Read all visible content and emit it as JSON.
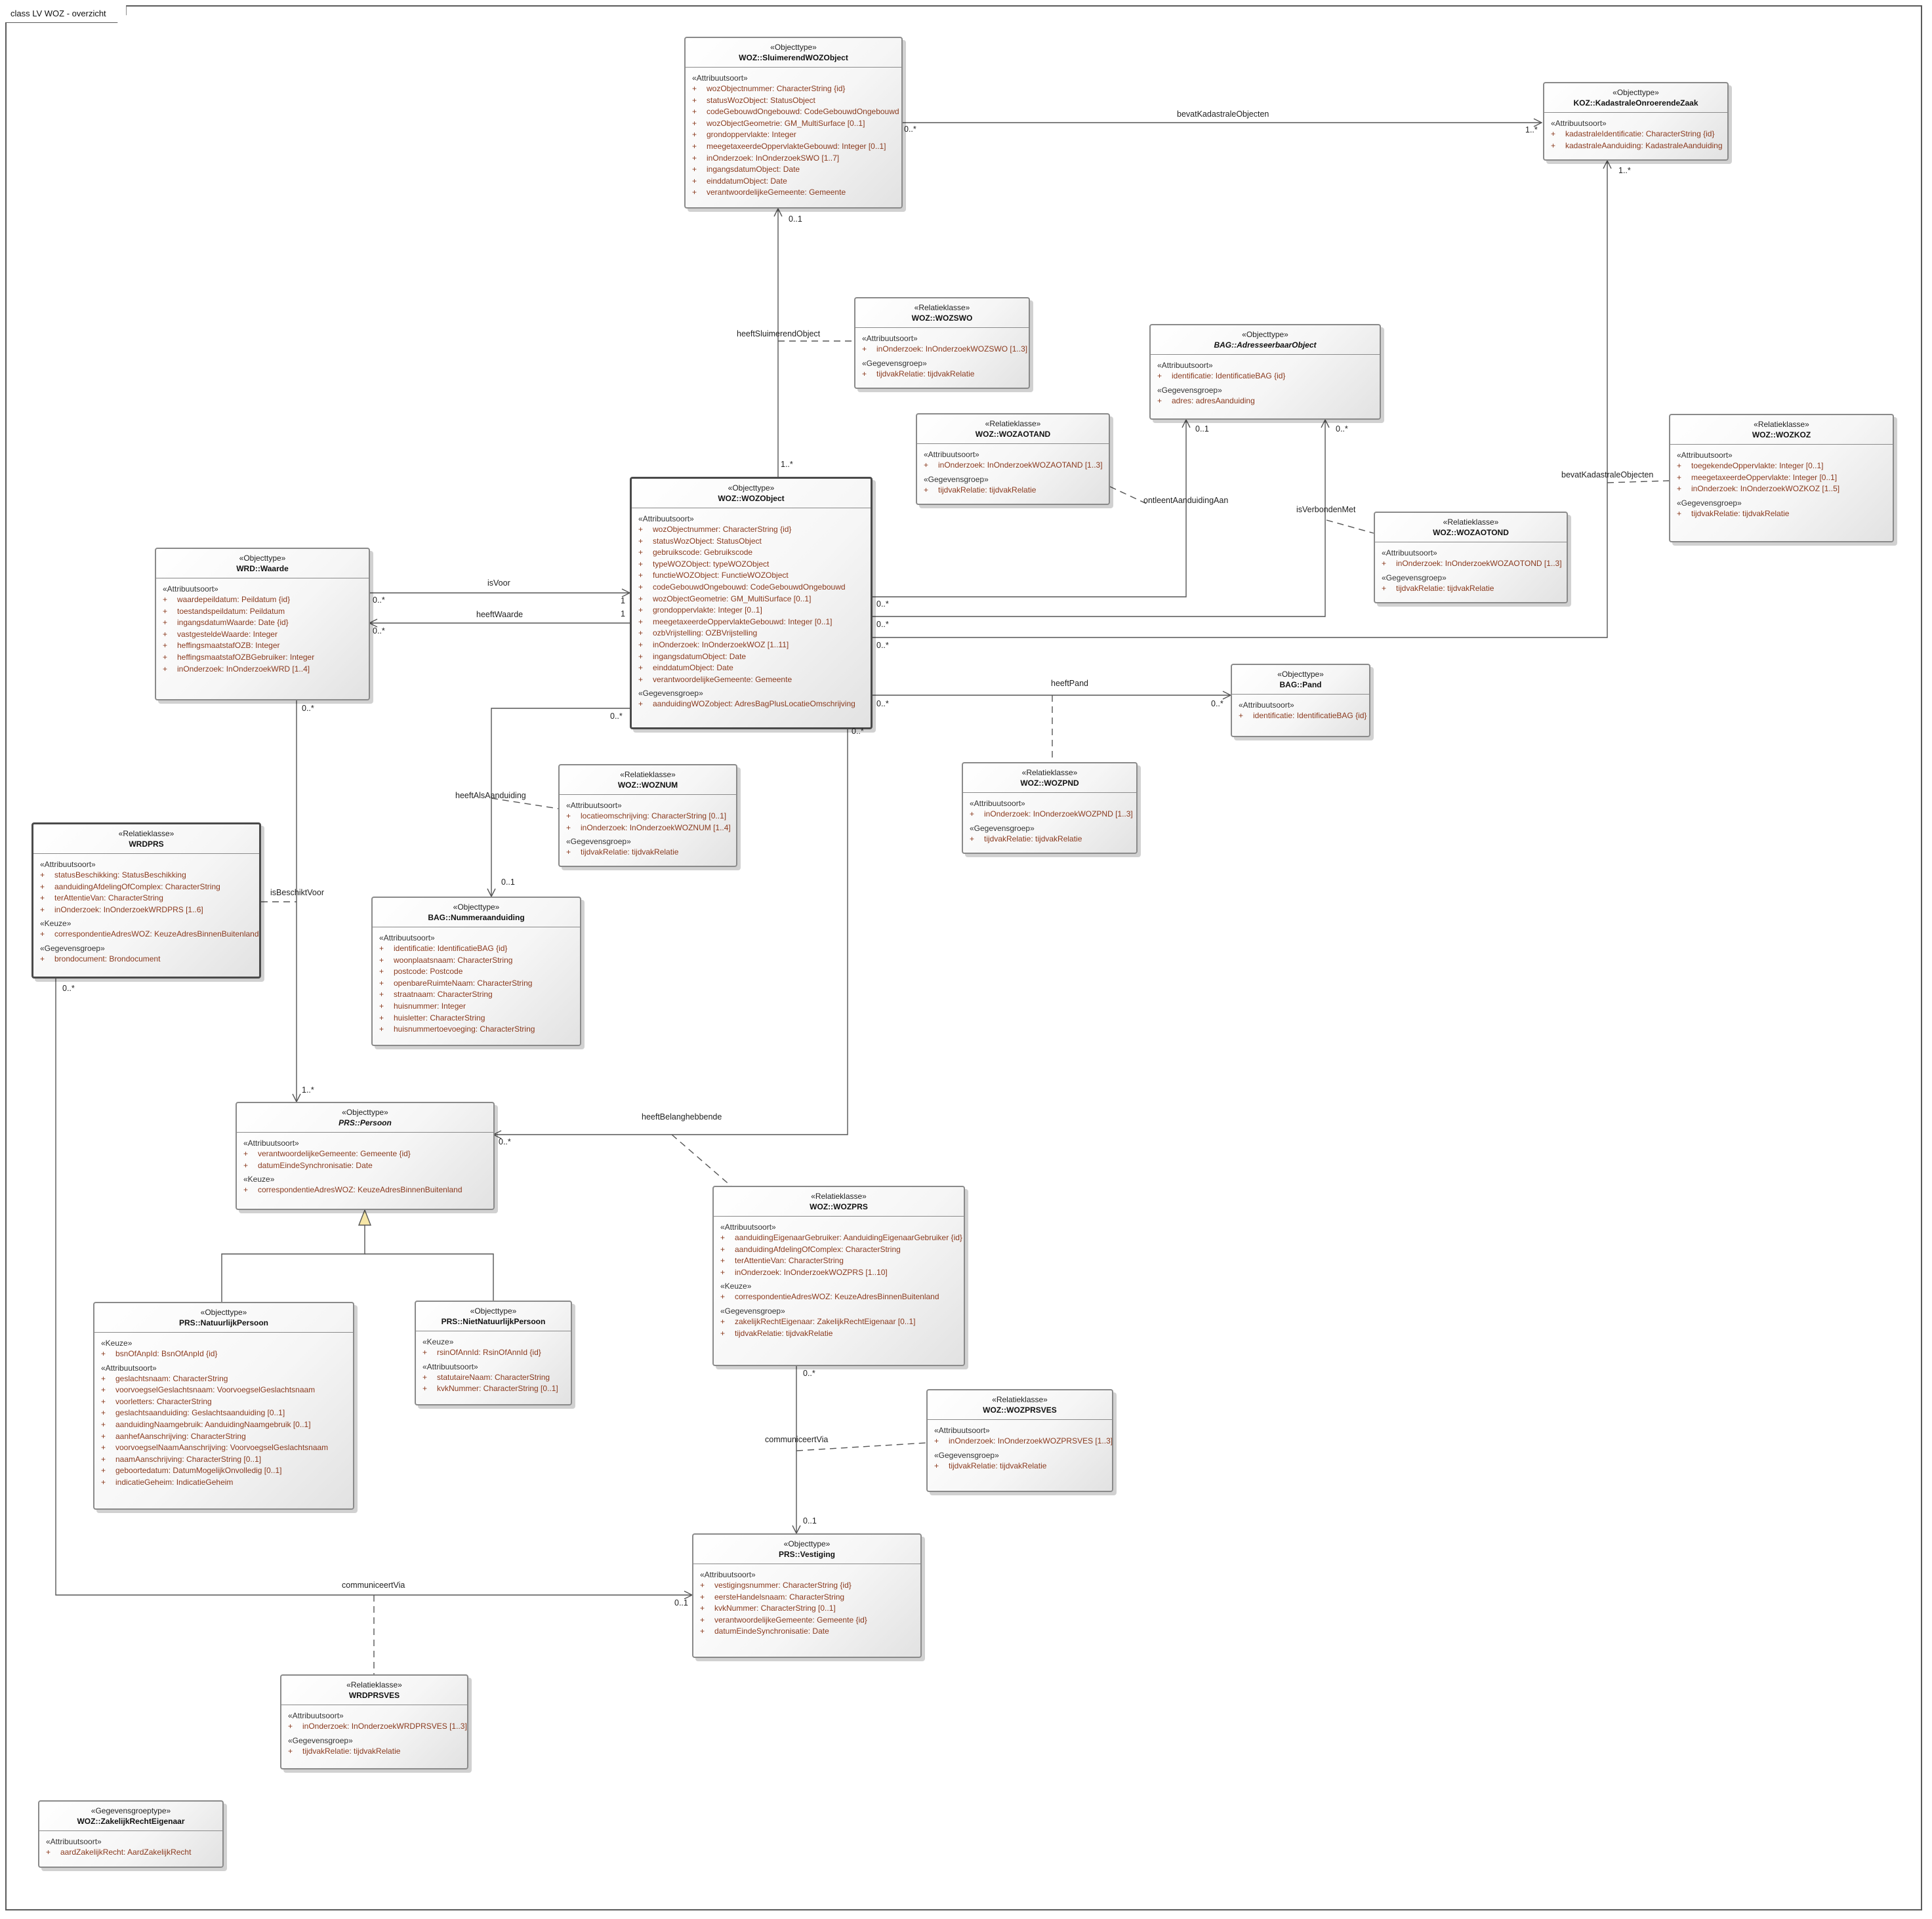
{
  "frame_title": "class LV WOZ - overzicht",
  "classes": {
    "sluimerend": {
      "stereotype": "«Objecttype»",
      "name": "WOZ::SluimerendWOZObject",
      "sections": [
        {
          "title": "«Attribuutsoort»",
          "attrs": [
            "wozObjectnummer: CharacterString {id}",
            "statusWozObject: StatusObject",
            "codeGebouwdOngebouwd: CodeGebouwdOngebouwd",
            "wozObjectGeometrie: GM_MultiSurface [0..1]",
            "grondoppervlakte: Integer",
            "meegetaxeerdeOppervlakteGebouwd: Integer [0..1]",
            "inOnderzoek: InOnderzoekSWO [1..7]",
            "ingangsdatumObject: Date",
            "einddatumObject: Date",
            "verantwoordelijkeGemeente: Gemeente"
          ]
        }
      ]
    },
    "kadastrale": {
      "stereotype": "«Objecttype»",
      "name": "KOZ::KadastraleOnroerendeZaak",
      "sections": [
        {
          "title": "«Attribuutsoort»",
          "attrs": [
            "kadastraleIdentificatie: CharacterString {id}",
            "kadastraleAanduiding: KadastraleAanduiding"
          ]
        }
      ]
    },
    "wozswo": {
      "stereotype": "«Relatieklasse»",
      "name": "WOZ::WOZSWO",
      "sections": [
        {
          "title": "«Attribuutsoort»",
          "attrs": [
            "inOnderzoek: InOnderzoekWOZSWO [1..3]"
          ]
        },
        {
          "title": "«Gegevensgroep»",
          "attrs": [
            "tijdvakRelatie: tijdvakRelatie"
          ]
        }
      ]
    },
    "adresseerbaar": {
      "stereotype": "«Objecttype»",
      "name": "BAG::AdresseerbaarObject",
      "sections": [
        {
          "title": "«Attribuutsoort»",
          "attrs": [
            "identificatie: IdentificatieBAG {id}"
          ]
        },
        {
          "title": "«Gegevensgroep»",
          "attrs": [
            "adres: adresAanduiding"
          ]
        }
      ]
    },
    "wozaotand": {
      "stereotype": "«Relatieklasse»",
      "name": "WOZ::WOZAOTAND",
      "sections": [
        {
          "title": "«Attribuutsoort»",
          "attrs": [
            "inOnderzoek: InOnderzoekWOZAOTAND [1..3]"
          ]
        },
        {
          "title": "«Gegevensgroep»",
          "attrs": [
            "tijdvakRelatie: tijdvakRelatie"
          ]
        }
      ]
    },
    "wozkoz": {
      "stereotype": "«Relatieklasse»",
      "name": "WOZ::WOZKOZ",
      "sections": [
        {
          "title": "«Attribuutsoort»",
          "attrs": [
            "toegekendeOppervlakte: Integer [0..1]",
            "meegetaxeerdeOppervlakte: Integer [0..1]",
            "inOnderzoek: InOnderzoekWOZKOZ [1..5]"
          ]
        },
        {
          "title": "«Gegevensgroep»",
          "attrs": [
            "tijdvakRelatie: tijdvakRelatie"
          ]
        }
      ]
    },
    "wozobject": {
      "stereotype": "«Objecttype»",
      "name": "WOZ::WOZObject",
      "sections": [
        {
          "title": "«Attribuutsoort»",
          "attrs": [
            "wozObjectnummer: CharacterString {id}",
            "statusWozObject: StatusObject",
            "gebruikscode: Gebruikscode",
            "typeWOZObject: typeWOZObject",
            "functieWOZObject: FunctieWOZObject",
            "codeGebouwdOngebouwd: CodeGebouwdOngebouwd",
            "wozObjectGeometrie: GM_MultiSurface [0..1]",
            "grondoppervlakte: Integer [0..1]",
            "meegetaxeerdeOppervlakteGebouwd: Integer [0..1]",
            "ozbVrijstelling: OZBVrijstelling",
            "inOnderzoek: InOnderzoekWOZ [1..11]",
            "ingangsdatumObject: Date",
            "einddatumObject: Date",
            "verantwoordelijkeGemeente: Gemeente"
          ]
        },
        {
          "title": "«Gegevensgroep»",
          "attrs": [
            "aanduidingWOZobject: AdresBagPlusLocatieOmschrijving"
          ]
        }
      ]
    },
    "waarde": {
      "stereotype": "«Objecttype»",
      "name": "WRD::Waarde",
      "sections": [
        {
          "title": "«Attribuutsoort»",
          "attrs": [
            "waardepeildatum: Peildatum {id}",
            "toestandspeildatum: Peildatum",
            "ingangsdatumWaarde: Date {id}",
            "vastgesteldeWaarde: Integer",
            "heffingsmaatstafOZB: Integer",
            "heffingsmaatstafOZBGebruiker: Integer",
            "inOnderzoek: InOnderzoekWRD [1..4]"
          ]
        }
      ]
    },
    "wozaotond": {
      "stereotype": "«Relatieklasse»",
      "name": "WOZ::WOZAOTOND",
      "sections": [
        {
          "title": "«Attribuutsoort»",
          "attrs": [
            "inOnderzoek: InOnderzoekWOZAOTOND [1..3]"
          ]
        },
        {
          "title": "«Gegevensgroep»",
          "attrs": [
            "tijdvakRelatie: tijdvakRelatie"
          ]
        }
      ]
    },
    "pand": {
      "stereotype": "«Objecttype»",
      "name": "BAG::Pand",
      "sections": [
        {
          "title": "«Attribuutsoort»",
          "attrs": [
            "identificatie: IdentificatieBAG {id}"
          ]
        }
      ]
    },
    "woznum": {
      "stereotype": "«Relatieklasse»",
      "name": "WOZ::WOZNUM",
      "sections": [
        {
          "title": "«Attribuutsoort»",
          "attrs": [
            "locatieomschrijving: CharacterString [0..1]",
            "inOnderzoek: InOnderzoekWOZNUM [1..4]"
          ]
        },
        {
          "title": "«Gegevensgroep»",
          "attrs": [
            "tijdvakRelatie: tijdvakRelatie"
          ]
        }
      ]
    },
    "wozpnd": {
      "stereotype": "«Relatieklasse»",
      "name": "WOZ::WOZPND",
      "sections": [
        {
          "title": "«Attribuutsoort»",
          "attrs": [
            "inOnderzoek: InOnderzoekWOZPND [1..3]"
          ]
        },
        {
          "title": "«Gegevensgroep»",
          "attrs": [
            "tijdvakRelatie: tijdvakRelatie"
          ]
        }
      ]
    },
    "wrdprs": {
      "stereotype": "«Relatieklasse»",
      "name": "WRDPRS",
      "sections": [
        {
          "title": "«Attribuutsoort»",
          "attrs": [
            "statusBeschikking: StatusBeschikking",
            "aanduidingAfdelingOfComplex: CharacterString",
            "terAttentieVan: CharacterString",
            "inOnderzoek: InOnderzoekWRDPRS [1..6]"
          ]
        },
        {
          "title": "«Keuze»",
          "attrs": [
            "correspondentieAdresWOZ: KeuzeAdresBinnenBuitenland"
          ]
        },
        {
          "title": "«Gegevensgroep»",
          "attrs": [
            "brondocument: Brondocument"
          ]
        }
      ]
    },
    "nummeraanduiding": {
      "stereotype": "«Objecttype»",
      "name": "BAG::Nummeraanduiding",
      "sections": [
        {
          "title": "«Attribuutsoort»",
          "attrs": [
            "identificatie: IdentificatieBAG {id}",
            "woonplaatsnaam: CharacterString",
            "postcode: Postcode",
            "openbareRuimteNaam: CharacterString",
            "straatnaam: CharacterString",
            "huisnummer: Integer",
            "huisletter: CharacterString",
            "huisnummertoevoeging: CharacterString"
          ]
        }
      ]
    },
    "persoon": {
      "stereotype": "«Objecttype»",
      "name": "PRS::Persoon",
      "sections": [
        {
          "title": "«Attribuutsoort»",
          "attrs": [
            "verantwoordelijkeGemeente: Gemeente {id}",
            "datumEindeSynchronisatie: Date"
          ]
        },
        {
          "title": "«Keuze»",
          "attrs": [
            "correspondentieAdresWOZ: KeuzeAdresBinnenBuitenland"
          ]
        }
      ]
    },
    "wozprs": {
      "stereotype": "«Relatieklasse»",
      "name": "WOZ::WOZPRS",
      "sections": [
        {
          "title": "«Attribuutsoort»",
          "attrs": [
            "aanduidingEigenaarGebruiker: AanduidingEigenaarGebruiker {id}",
            "aanduidingAfdelingOfComplex: CharacterString",
            "terAttentieVan: CharacterString",
            "inOnderzoek: InOnderzoekWOZPRS [1..10]"
          ]
        },
        {
          "title": "«Keuze»",
          "attrs": [
            "correspondentieAdresWOZ: KeuzeAdresBinnenBuitenland"
          ]
        },
        {
          "title": "«Gegevensgroep»",
          "attrs": [
            "zakelijkRechtEigenaar: ZakelijkRechtEigenaar [0..1]",
            "tijdvakRelatie: tijdvakRelatie"
          ]
        }
      ]
    },
    "natuurlijk": {
      "stereotype": "«Objecttype»",
      "name": "PRS::NatuurlijkPersoon",
      "sections": [
        {
          "title": "«Keuze»",
          "attrs": [
            "bsnOfAnpId: BsnOfAnpId {id}"
          ]
        },
        {
          "title": "«Attribuutsoort»",
          "attrs": [
            "geslachtsnaam: CharacterString",
            "voorvoegselGeslachtsnaam: VoorvoegselGeslachtsnaam",
            "voorletters: CharacterString",
            "geslachtsaanduiding: Geslachtsaanduiding [0..1]",
            "aanduidingNaamgebruik: AanduidingNaamgebruik [0..1]",
            "aanhefAanschrijving: CharacterString",
            "voorvoegselNaamAanschrijving: VoorvoegselGeslachtsnaam",
            "naamAanschrijving: CharacterString [0..1]",
            "geboortedatum: DatumMogelijkOnvolledig [0..1]",
            "indicatieGeheim: IndicatieGeheim"
          ]
        }
      ]
    },
    "nietnatuurlijk": {
      "stereotype": "«Objecttype»",
      "name": "PRS::NietNatuurlijkPersoon",
      "sections": [
        {
          "title": "«Keuze»",
          "attrs": [
            "rsinOfAnnId: RsinOfAnnId {id}"
          ]
        },
        {
          "title": "«Attribuutsoort»",
          "attrs": [
            "statutaireNaam: CharacterString",
            "kvkNummer: CharacterString [0..1]"
          ]
        }
      ]
    },
    "wozprsves": {
      "stereotype": "«Relatieklasse»",
      "name": "WOZ::WOZPRSVES",
      "sections": [
        {
          "title": "«Attribuutsoort»",
          "attrs": [
            "inOnderzoek: InOnderzoekWOZPRSVES [1..3]"
          ]
        },
        {
          "title": "«Gegevensgroep»",
          "attrs": [
            "tijdvakRelatie: tijdvakRelatie"
          ]
        }
      ]
    },
    "vestiging": {
      "stereotype": "«Objecttype»",
      "name": "PRS::Vestiging",
      "sections": [
        {
          "title": "«Attribuutsoort»",
          "attrs": [
            "vestigingsnummer: CharacterString {id}",
            "eersteHandelsnaam: CharacterString",
            "kvkNummer: CharacterString [0..1]",
            "verantwoordelijkeGemeente: Gemeente {id}",
            "datumEindeSynchronisatie: Date"
          ]
        }
      ]
    },
    "wrdprsves": {
      "stereotype": "«Relatieklasse»",
      "name": "WRDPRSVES",
      "sections": [
        {
          "title": "«Attribuutsoort»",
          "attrs": [
            "inOnderzoek: InOnderzoekWRDPRSVES [1..3]"
          ]
        },
        {
          "title": "«Gegevensgroep»",
          "attrs": [
            "tijdvakRelatie: tijdvakRelatie"
          ]
        }
      ]
    },
    "zakelijkrecht": {
      "stereotype": "«Gegevensgroeptype»",
      "name": "WOZ::ZakelijkRechtEigenaar",
      "sections": [
        {
          "title": "«Attribuutsoort»",
          "attrs": [
            "aardZakelijkRecht: AardZakelijkRecht"
          ]
        }
      ]
    }
  },
  "labels": {
    "bevatKadastraleObjecten_1": "bevatKadastraleObjecten",
    "bevatKadastraleObjecten_2": "bevatKadastraleObjecten",
    "heeftSluimerendObject": "heeftSluimerendObject",
    "ontleentAanduidingAan": "ontleentAanduidingAan",
    "isVerbondenMet": "isVerbondenMet",
    "isVoor": "isVoor",
    "heeftWaarde": "heeftWaarde",
    "heeftPand": "heeftPand",
    "heeftAlsAanduiding": "heeftAlsAanduiding",
    "isBeschiktVoor": "isBeschiktVoor",
    "heeftBelanghebbende": "heeftBelanghebbende",
    "communiceertVia_1": "communiceertVia",
    "communiceertVia_2": "communiceertVia"
  },
  "multiplicities": {
    "m_swo_koz_src": "0..*",
    "m_swo_koz_tgt": "1..*",
    "m_swo_bottom": "0..1",
    "m_woz_to_swo": "1..*",
    "m_koz_bottom": "1..*",
    "m_adres_1": "0..1",
    "m_adres_2": "0..*",
    "m_woz_aot1": "0..*",
    "m_woz_aot2": "0..*",
    "m_woz_koz": "0..*",
    "m_waarde_isvoor": "0..*",
    "m_waarde_heeftwaarde": "0..*",
    "m_woz_isvoor": "1",
    "m_woz_heeftwaarde": "1",
    "m_pand_src": "0..*",
    "m_pand_tgt": "0..*",
    "m_num_src": "0..*",
    "m_num_tgt": "0..1",
    "m_waarde_bottom": "0..*",
    "m_persoon_top": "1..*",
    "m_woz_bel": "0..*",
    "m_persoon_bel": "0..*",
    "m_wrdprs_bottom": "0..*",
    "m_wozprs_bottom": "0..*",
    "m_vest_top": "0..1",
    "m_vest_left": "0..1"
  }
}
